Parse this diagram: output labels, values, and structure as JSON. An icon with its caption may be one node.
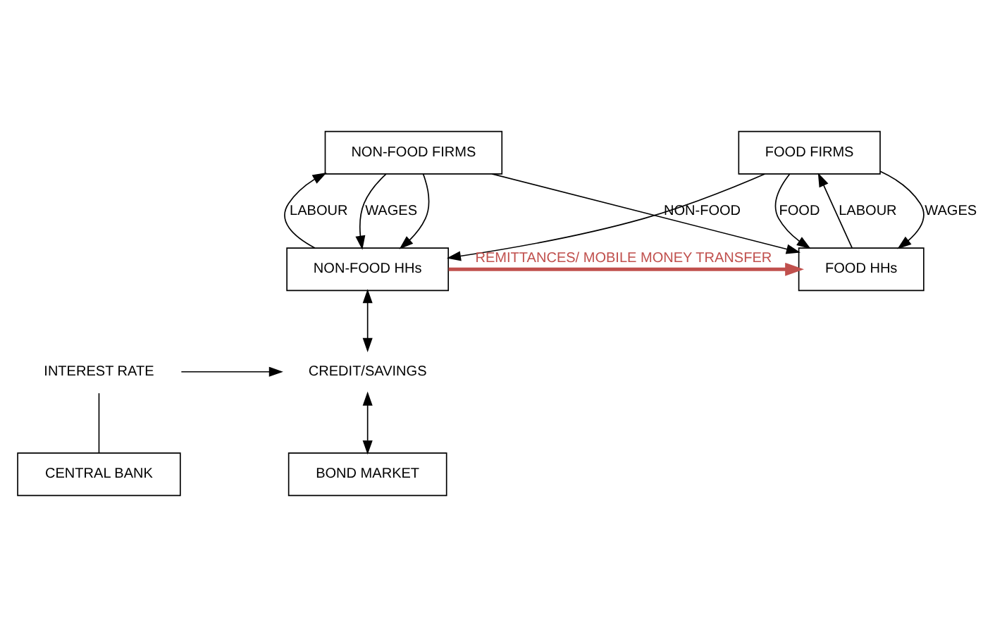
{
  "diagram": {
    "nodes": [
      {
        "text": [
          "FOOD FIRMS"
        ]
      },
      {
        "text": [
          "NON-FOOD FIRMS"
        ]
      },
      {
        "text": [
          "FOOD HHs"
        ]
      },
      {
        "text": [
          "NON-FOOD HHs"
        ]
      },
      {
        "text": [
          "INTEREST RATE"
        ]
      },
      {
        "text": [
          "CREDIT/SAVINGS"
        ]
      },
      {
        "text": [
          "CENTRAL BANK"
        ]
      },
      {
        "text": [
          "BOND MARKET"
        ]
      }
    ],
    "edges": [
      {
        "from": 0,
        "to": 2,
        "arrow": "to",
        "label": "WAGES"
      },
      {
        "from": 2,
        "to": 0,
        "arrow": "to",
        "label": "LABOUR"
      },
      {
        "from": 1,
        "to": 3,
        "arrow": "to",
        "label": "WAGES"
      },
      {
        "from": 3,
        "to": 1,
        "arrow": "to",
        "label": "LABOUR"
      },
      {
        "from": 1,
        "to": 2,
        "arrow": "to",
        "label": "NON-FOOD"
      },
      {
        "from": 1,
        "to": 3,
        "arrow": "to"
      },
      {
        "from": 0,
        "to": 2,
        "arrow": "to",
        "label": "FOOD"
      },
      {
        "from": 0,
        "to": 3,
        "arrow": "to"
      },
      {
        "from": 3,
        "to": 2,
        "arrow": "to",
        "label": "REMITTANCES/ MOBILE MONEY TRANSFER",
        "style": "thick",
        "color": "#c0504d"
      },
      {
        "from": 4,
        "to": 5,
        "arrow": "to"
      },
      {
        "from": 6,
        "to": 4,
        "arrow": "none"
      },
      {
        "from": 3,
        "to": 5,
        "arrow": "both"
      },
      {
        "from": 5,
        "to": 7,
        "arrow": "both"
      }
    ]
  }
}
